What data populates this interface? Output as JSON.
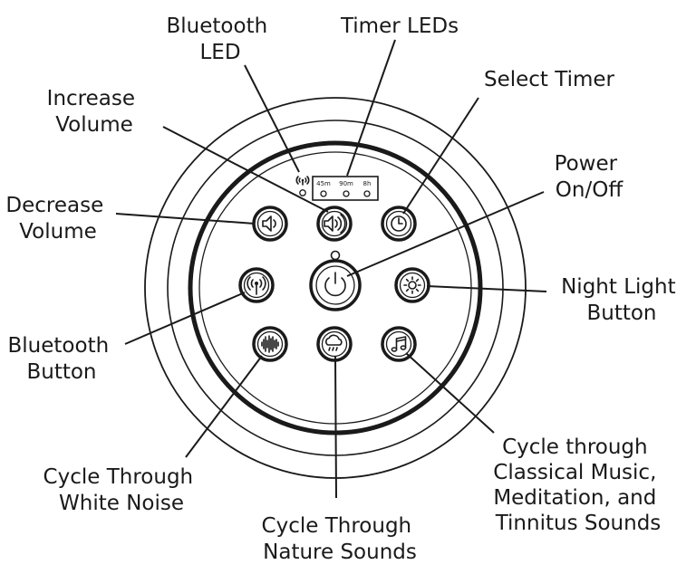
{
  "labels": {
    "bluetooth_led": [
      "Bluetooth",
      "LED"
    ],
    "timer_leds": [
      "Timer LEDs"
    ],
    "increase_volume": [
      "Increase",
      "Volume"
    ],
    "select_timer": [
      "Select Timer"
    ],
    "power": [
      "Power",
      "On/Off"
    ],
    "decrease_volume": [
      "Decrease",
      "Volume"
    ],
    "night_light": [
      "Night Light",
      "Button"
    ],
    "bluetooth_button": [
      "Bluetooth",
      "Button"
    ],
    "white_noise": [
      "Cycle Through",
      "White Noise"
    ],
    "nature_sounds": [
      "Cycle Through",
      "Nature Sounds"
    ],
    "classical": [
      "Cycle through",
      "Classical Music,",
      "Meditation, and",
      "Tinnitus Sounds"
    ]
  },
  "timer_options": [
    "45m",
    "90m",
    "8h"
  ],
  "icons": {
    "bluetooth_led": "wireless-signal-icon",
    "decrease_volume": "speaker-low-icon",
    "increase_volume": "speaker-high-icon",
    "select_timer": "clock-icon",
    "power": "power-icon",
    "bluetooth_button": "broadcast-icon",
    "night_light": "sun-icon",
    "white_noise": "waveform-icon",
    "nature_sounds": "rain-cloud-icon",
    "classical": "music-note-icon"
  },
  "colors": {
    "ink": "#1a1a1a",
    "background": "#ffffff"
  }
}
